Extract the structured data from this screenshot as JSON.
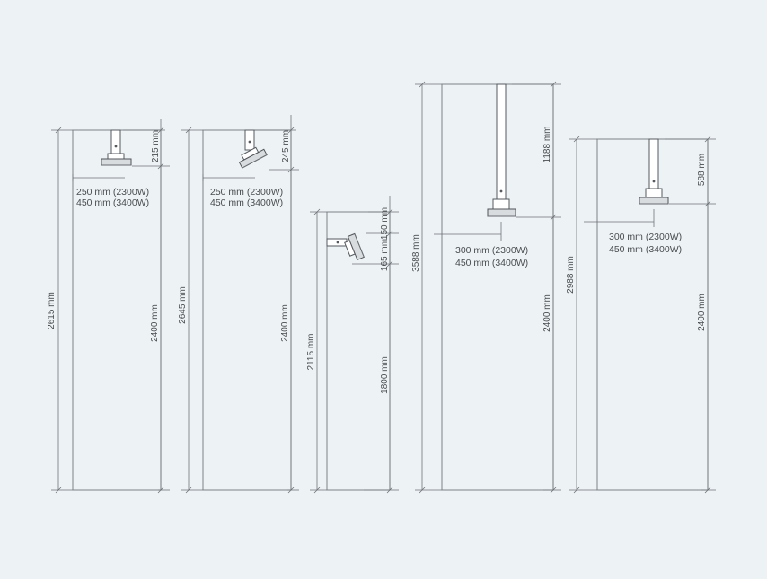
{
  "diagram": {
    "colors": {
      "background": "#edf2f5",
      "line": "#6e7378",
      "text": "#4a4d50"
    },
    "heater_1": {
      "total_height": "2615 mm",
      "mount_height": "2400 mm",
      "drop": "215 mm",
      "clearance_line1": "250 mm (2300W)",
      "clearance_line2": "450 mm (3400W)"
    },
    "heater_2": {
      "total_height": "2645 mm",
      "mount_height": "2400 mm",
      "drop": "245 mm",
      "clearance_line1": "250 mm (2300W)",
      "clearance_line2": "450 mm (3400W)"
    },
    "heater_3": {
      "total_height": "2115 mm",
      "mount_height": "1800 mm",
      "top_offset": "150 mm",
      "bottom_offset": "165 mm"
    },
    "heater_4": {
      "total_height": "3588  mm",
      "mount_height": "2400 mm",
      "drop": "1188 mm",
      "clearance_line1": "300 mm (2300W)",
      "clearance_line2": "450 mm (3400W)"
    },
    "heater_5": {
      "total_height": "2988 mm",
      "mount_height": "2400 mm",
      "drop": "588 mm",
      "clearance_line1": "300 mm (2300W)",
      "clearance_line2": "450 mm (3400W)"
    }
  }
}
